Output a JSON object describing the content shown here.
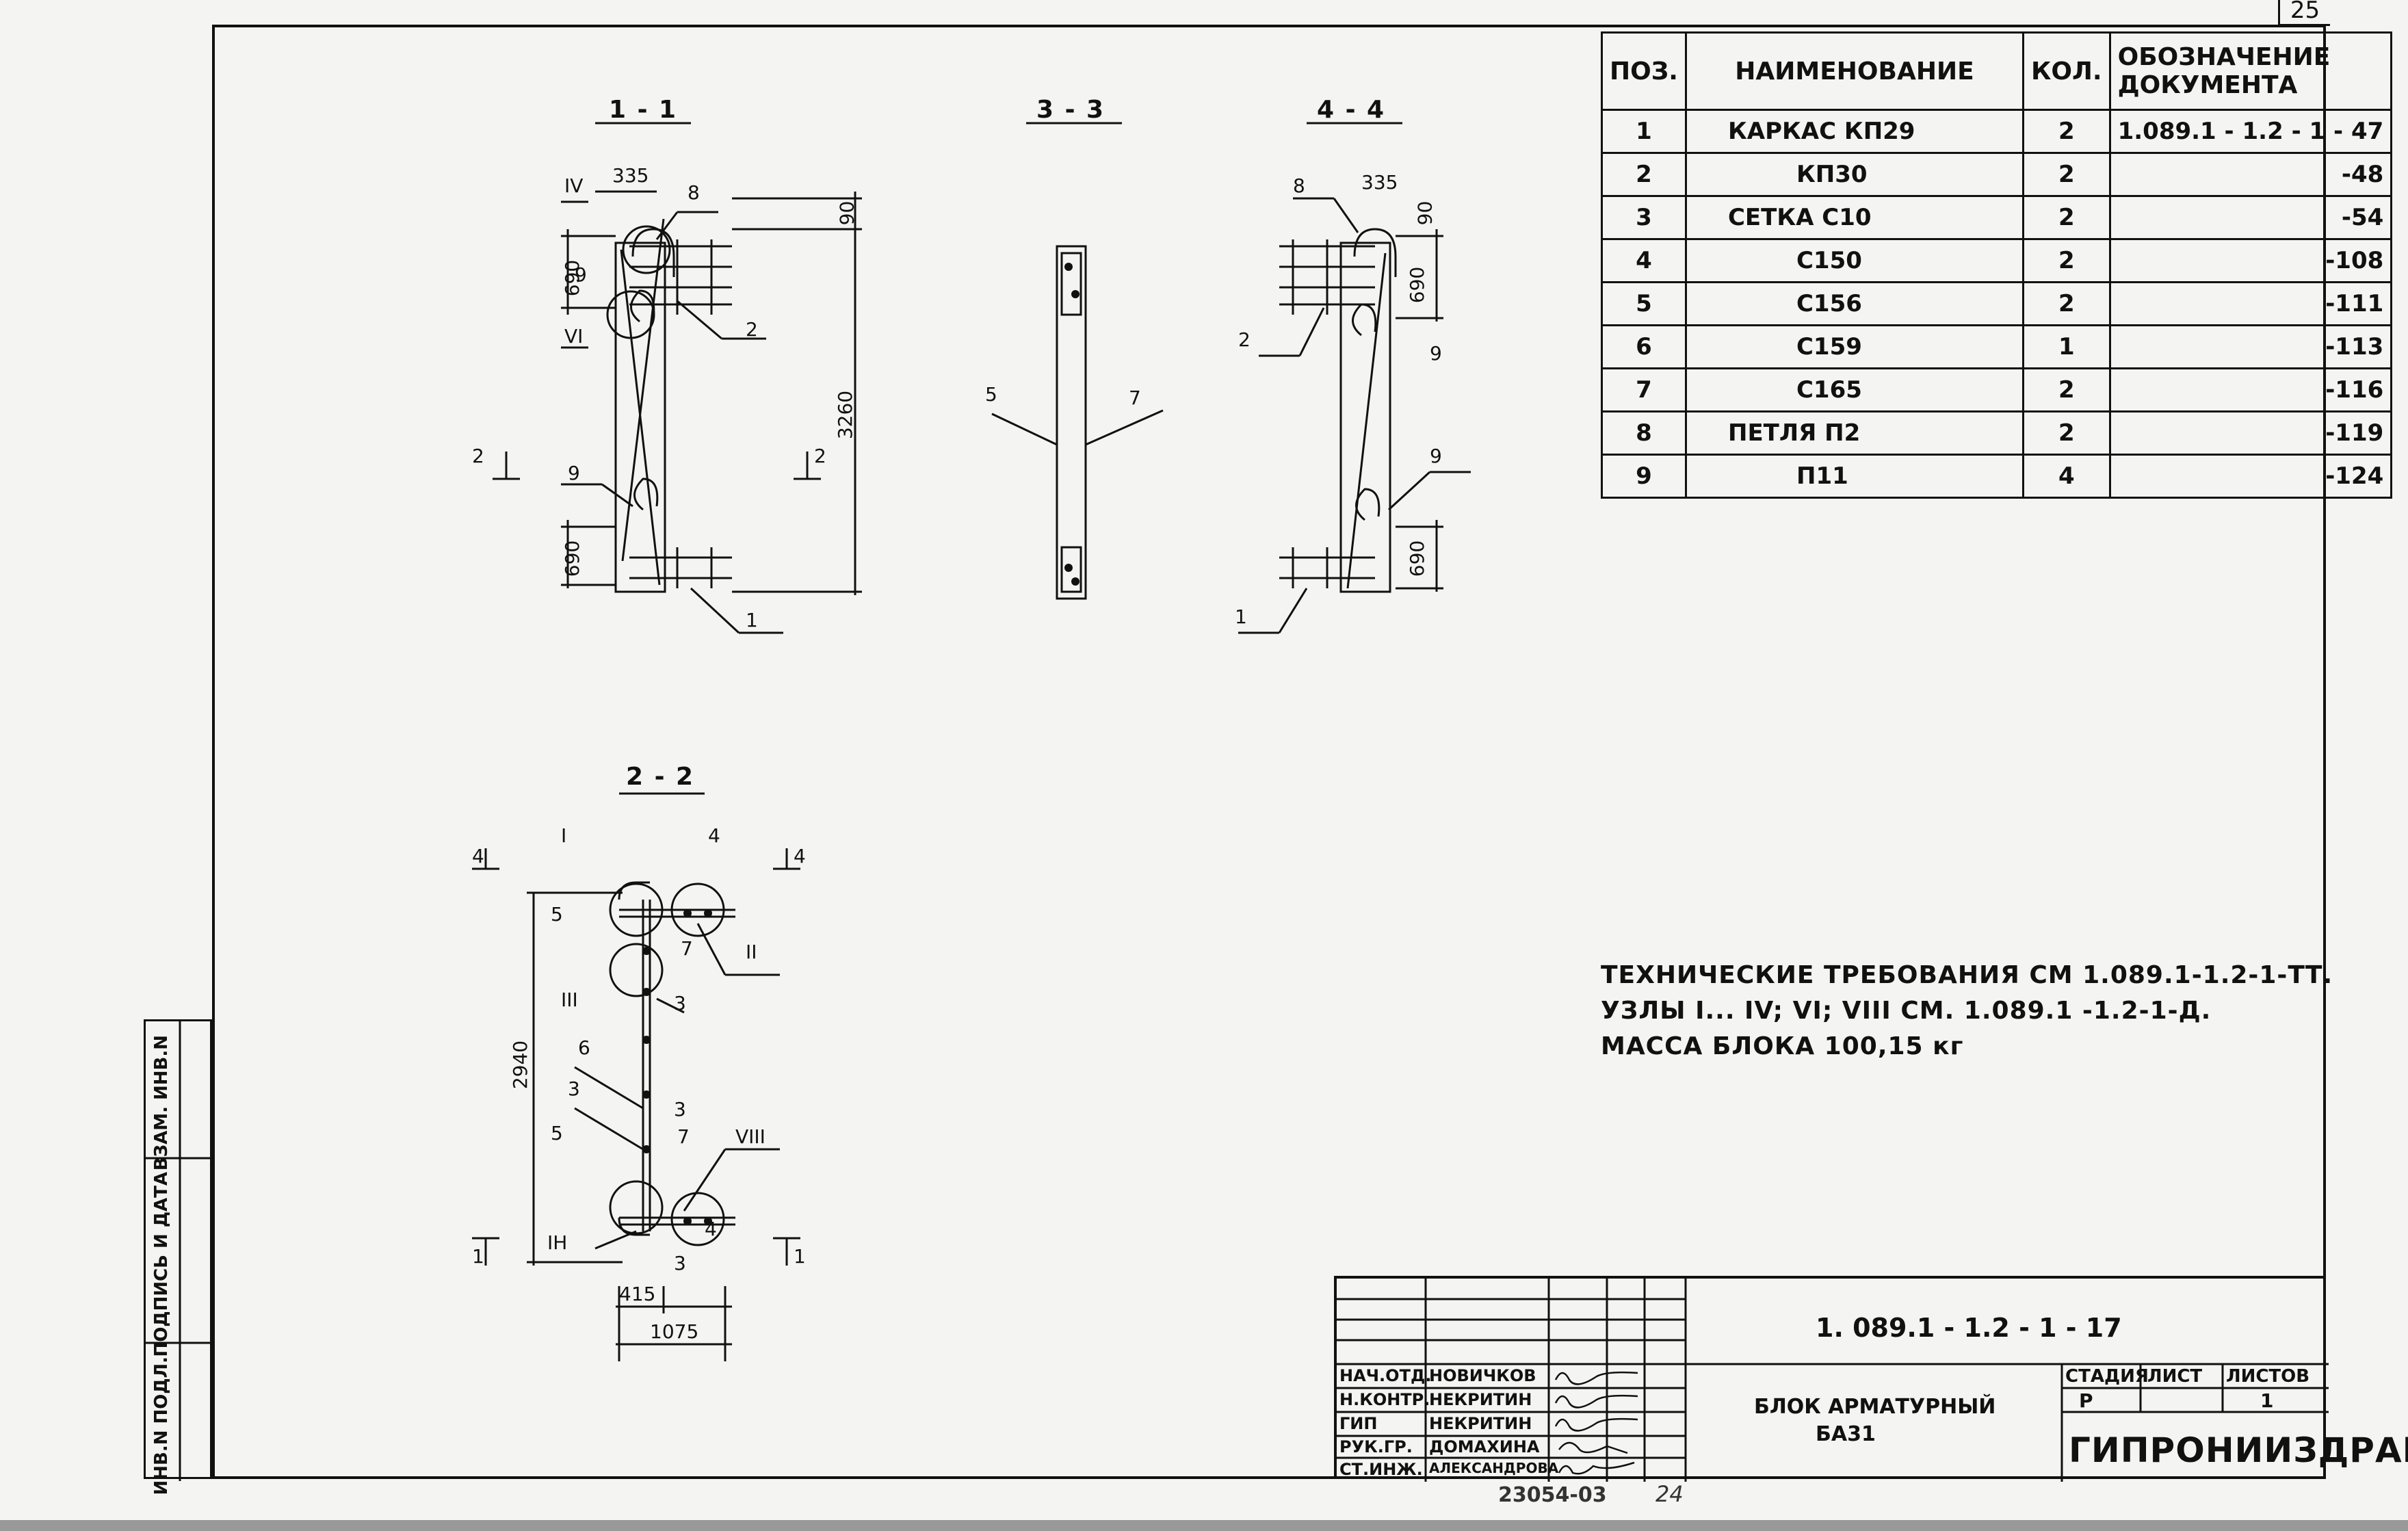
{
  "sheet_number": "25",
  "sections": {
    "s11": "1 - 1",
    "s33": "3 - 3",
    "s44": "4 - 4",
    "s22": "2 - 2"
  },
  "dims": {
    "d335a": "335",
    "d90a": "90",
    "d690a": "690",
    "d3260": "3260",
    "d690b": "690",
    "d335b": "335",
    "d90b": "90",
    "d690c": "690",
    "d690d": "690",
    "d2940": "2940",
    "d415": "415",
    "d1075": "1075"
  },
  "callouts": {
    "c1_IV": "IV",
    "c1_VI": "VI",
    "c1_8": "8",
    "c1_9a": "9",
    "c1_2": "2",
    "c1_9b": "9",
    "c1_1": "1",
    "c1_arrow_l": "2",
    "c1_arrow_r": "2",
    "c3_5": "5",
    "c3_7": "7",
    "c4_8": "8",
    "c4_2": "2",
    "c4_9a": "9",
    "c4_9b": "9",
    "c4_1": "1",
    "c2_arrow_tl": "4",
    "c2_arrow_tr": "4",
    "c2_I": "I",
    "c2_4a": "4",
    "c2_5a": "5",
    "c2_7a": "7",
    "c2_II": "II",
    "c2_III": "III",
    "c2_3a": "3",
    "c2_6": "6",
    "c2_3b": "3",
    "c2_3c": "3",
    "c2_7b": "7",
    "c2_VIII": "VIII",
    "c2_5b": "5",
    "c2_4b": "4",
    "c2_In": "IН",
    "c2_3d": "3",
    "c2_arrow_bl": "1",
    "c2_arrow_br": "1"
  },
  "spec": {
    "headers": {
      "pos": "ПОЗ.",
      "name": "НАИМЕНОВАНИЕ",
      "qty": "КОЛ.",
      "doc": "ОБОЗНАЧЕНИЕ ДОКУМЕНТА"
    },
    "rows": [
      {
        "pos": "1",
        "name": "КАРКАС   КП29",
        "qty": "2",
        "doc": "1.089.1 - 1.2 - 1 - 47"
      },
      {
        "pos": "2",
        "name": "КП30",
        "qty": "2",
        "doc": "-48"
      },
      {
        "pos": "3",
        "name": "СЕТКА    С10",
        "qty": "2",
        "doc": "-54"
      },
      {
        "pos": "4",
        "name": "С150",
        "qty": "2",
        "doc": "-108"
      },
      {
        "pos": "5",
        "name": "С156",
        "qty": "2",
        "doc": "-111"
      },
      {
        "pos": "6",
        "name": "С159",
        "qty": "1",
        "doc": "-113"
      },
      {
        "pos": "7",
        "name": "С165",
        "qty": "2",
        "doc": "-116"
      },
      {
        "pos": "8",
        "name": "ПЕТЛЯ    П2",
        "qty": "2",
        "doc": "-119"
      },
      {
        "pos": "9",
        "name": "П11",
        "qty": "4",
        "doc": "-124"
      }
    ]
  },
  "notes": {
    "line1": "ТЕХНИЧЕСКИЕ  ТРЕБОВАНИЯ  СМ 1.089.1-1.2-1-ТТ.",
    "line2": "УЗЛЫ I... IV; VI; VIII  СМ. 1.089.1 -1.2-1-Д.",
    "line3": "МАССА      БЛОКА  100,15 кг"
  },
  "stamp": {
    "code": "1. 089.1 - 1.2 - 1 - 17",
    "title_line1": "БЛОК АРМАТУРНЫЙ",
    "title_line2": "БА31",
    "roles": [
      "НАЧ.ОТД.",
      "Н.КОНТР.",
      "ГИП",
      "РУК.ГР.",
      "СТ.ИНЖ."
    ],
    "names": [
      "НОВИЧКОВ",
      "НЕКРИТИН",
      "НЕКРИТИН",
      "ДОМАХИНА",
      "АЛЕКСАНДРОВА"
    ],
    "stage_label": "СТАДИЯ",
    "sheet_label": "ЛИСТ",
    "sheets_label": "ЛИСТОВ",
    "stage": "Р",
    "sheets": "1",
    "org": "ГИПРОНИИЗДРАВ",
    "bottom_a": "23054-03",
    "bottom_b": "24"
  },
  "sidebar": {
    "inv_podl": "ИНВ.N ПОДЛ.",
    "podp_data": "ПОДПИСЬ И ДАТА",
    "vzam": "ВЗАМ. ИНВ.N"
  }
}
